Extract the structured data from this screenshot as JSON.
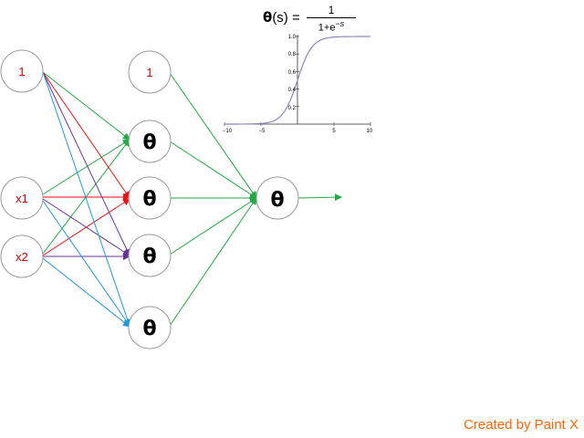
{
  "input_layer": [
    {
      "id": "in-bias",
      "label": "1"
    },
    {
      "id": "in-x1",
      "label": "x1"
    },
    {
      "id": "in-x2",
      "label": "x2"
    }
  ],
  "hidden_layer": [
    {
      "id": "h-bias",
      "label": "1"
    },
    {
      "id": "h1",
      "label": "θ"
    },
    {
      "id": "h2",
      "label": "θ"
    },
    {
      "id": "h3",
      "label": "θ"
    },
    {
      "id": "h4",
      "label": "θ"
    }
  ],
  "output_node": {
    "id": "out",
    "label": "θ"
  },
  "formula": {
    "lhs": "θ",
    "lhs_arg": "(s) =",
    "numerator": "1",
    "denominator": "1+e",
    "exponent": "−s"
  },
  "sigmoid_plot": {
    "x_ticks": [
      "−10",
      "−5",
      "5",
      "10"
    ],
    "y_ticks": [
      "1.0",
      "0.8",
      "0.6",
      "0.4",
      "0.2"
    ],
    "xlim": [
      -10,
      10
    ],
    "ylim": [
      0,
      1
    ],
    "curve_color": "#8888bb"
  },
  "colors": {
    "green": "#22aa44",
    "red": "#ee1111",
    "purple": "#663399",
    "cyan": "#2299dd",
    "label_red": "#cc0000",
    "credit": "#ff6600"
  },
  "credit": "Created by Paint X"
}
